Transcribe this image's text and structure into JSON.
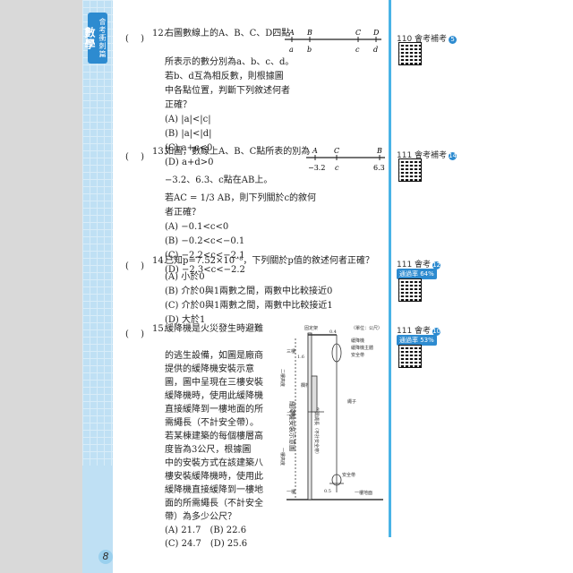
{
  "sidebar": {
    "top": "會考衝刺篇",
    "big": "數學"
  },
  "page_number": "8",
  "questions": [
    {
      "num": "12.",
      "lines": [
        "右圖數線上的A、B、C、D四點",
        "所表示的數分別為a、b、c、d。",
        "若b、d互為相反數，則根據圖",
        "中各點位置，判斷下列敘述何者",
        "正確？"
      ],
      "options": [
        "(A) |a|<|c|",
        "(B) |a|<|d|",
        "(C) a+c<0",
        "(D) a+d>0"
      ],
      "figure": {
        "points": [
          "A",
          "B",
          "C",
          "D"
        ],
        "vars": [
          "a",
          "b",
          "c",
          "d"
        ]
      },
      "tag": "110 會考補考",
      "tag_num": "5"
    },
    {
      "num": "13.",
      "lines": [
        "如圖，數線上A、B、C點所表的別為",
        "−3.2、6.3、c點在AB上。",
        "若AC = 1/3 AB，則下列關於c的敘何",
        "者正確？"
      ],
      "options": [
        "(A) −0.1<c<0",
        "(B) −0.2<c<−0.1",
        "(C) −2.2<c<−2.1",
        "(D) −2.3<c<−2.2"
      ],
      "figure": {
        "points": [
          "A",
          "C",
          "B"
        ],
        "vars": [
          "−3.2",
          "c",
          "6.3"
        ]
      },
      "tag": "111 會考補考",
      "tag_num": "14"
    },
    {
      "num": "14.",
      "lines": [
        "已知p=7.52×10⁻⁸，下列關於p值的敘述何者正確？"
      ],
      "options": [
        "(A) 小於0",
        "(B) 介於0與1兩數之間，兩數中比較接近0",
        "(C) 介於0與1兩數之間，兩數中比較接近1",
        "(D) 大於1"
      ],
      "tag": "111 會考",
      "tag_num": "12",
      "rate": "通過率 64%"
    },
    {
      "num": "15.",
      "lines": [
        "緩降機是火災發生時避難",
        "的逃生設備，如圖是廠商",
        "提供的緩降機安裝示意",
        "圖，圖中呈現在三樓安裝",
        "緩降機時，使用此緩降機",
        "直接緩降到一樓地面的所",
        "需繩長（不計安全帶）。",
        "若某棟建築的每個樓層高",
        "度皆為3公尺，根據圖",
        "中的安裝方式在該建築八",
        "樓安裝緩降機時，使用此",
        "緩降機直接緩降到一樓地",
        "面的所需繩長（不計安全",
        "帶）為多少公尺？"
      ],
      "options": [
        "(A) 21.7",
        "(B) 22.6",
        "(C) 24.7",
        "(D) 25.6"
      ],
      "tag": "111 會考",
      "tag_num": "10",
      "rate": "通過率 53%",
      "figure": {
        "unit": "（單位：公尺）",
        "labels": {
          "fixed_rack": "固定架",
          "descender": "緩降機",
          "descender_body": "緩降機主體",
          "belt": "安全帶",
          "third_floor": "三樓",
          "second_floor": "二樓",
          "first_floor": "一樓",
          "floor_height2": "二樓高度",
          "floor_height1": "一樓高度",
          "railing": "欄杆",
          "rope": "繩子",
          "needed": "所需繩長（不計安全帶）",
          "ground": "一樓地面",
          "title": "緩降機安裝示意圖",
          "v04": "0.4",
          "v16": "1.6",
          "v05": "0.5"
        }
      }
    }
  ]
}
